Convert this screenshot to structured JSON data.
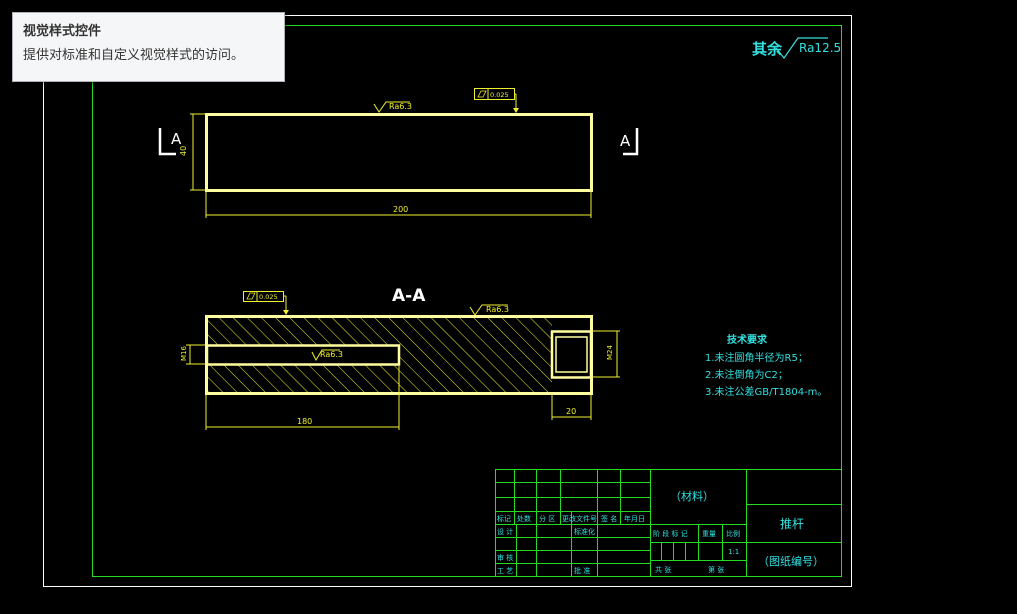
{
  "tooltip": {
    "title": "视觉样式控件",
    "description": "提供对标准和自定义视觉样式的访问。"
  },
  "drawing": {
    "finish_note": {
      "prefix": "其余",
      "roughness": "Ra12.5"
    },
    "front_view": {
      "section_label_left": "A",
      "section_label_right": "A",
      "length_dim": "200",
      "height_dim": "40",
      "roughness": "Ra6.3",
      "tolerance": "0.025"
    },
    "section_view": {
      "title": "A-A",
      "tolerance": "0.025",
      "roughness_top": "Ra6.3",
      "roughness_bore": "Ra6.3",
      "bore_dim": "M16",
      "bore_depth_dim": "180",
      "end_thread_dim": "M24",
      "end_length_dim": "20"
    },
    "technical_requirements": {
      "heading": "技术要求",
      "items": [
        "1.未注圆角半径为R5；",
        "2.未注倒角为C2；",
        "3.未注公差GB/T1804-m。"
      ]
    },
    "title_block": {
      "row_headers": [
        "标记",
        "处数",
        "分 区",
        "更改文件号",
        "签 名",
        "年月日"
      ],
      "designer_label": "设 计",
      "standardize_label": "标准化",
      "stage_label": "阶 段 标 记",
      "weight_label": "重量",
      "scale_label": "比例",
      "scale_value": "1:1",
      "review_label": "审 核",
      "process_label": "工 艺",
      "approve_label": "批 准",
      "sheets_total_label": "共   张",
      "sheet_no_label": "第   张",
      "material": "（材料）",
      "part_name": "推杆",
      "drawing_number": "（图纸编号）"
    },
    "colors": {
      "background": "#000000",
      "outer_frame": "#ffffff",
      "inner_frame": "#22dd22",
      "outline": "#ffffa0",
      "dimension": "#f0f030",
      "text": "#33e0e0"
    }
  }
}
